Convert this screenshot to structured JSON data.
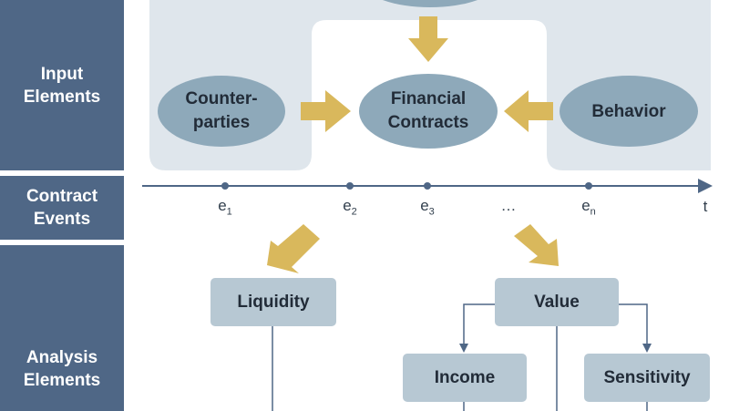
{
  "sidebar": {
    "input": [
      "Input",
      "Elements"
    ],
    "contract": [
      "Contract",
      "Events"
    ],
    "analysis": [
      "Analysis",
      "Elements"
    ]
  },
  "inputs": {
    "counterparties": [
      "Counter-",
      "parties"
    ],
    "financial_contracts": [
      "Financial",
      "Contracts"
    ],
    "behavior": [
      "Behavior"
    ]
  },
  "timeline": {
    "events": [
      {
        "base": "e",
        "sub": "1"
      },
      {
        "base": "e",
        "sub": "2"
      },
      {
        "base": "e",
        "sub": "3"
      },
      {
        "base": "…",
        "sub": ""
      },
      {
        "base": "e",
        "sub": "n"
      }
    ],
    "axis_label": "t"
  },
  "analysis": {
    "liquidity": "Liquidity",
    "value": "Value",
    "income": "Income",
    "sensitivity": "Sensitivity"
  },
  "colors": {
    "sidebar": "#4f6786",
    "panel": "#dfe6ec",
    "ellipse": "#8ea9ba",
    "box": "#b7c8d3",
    "arrow": "#d9b85c",
    "timeline": "#4f6786"
  }
}
